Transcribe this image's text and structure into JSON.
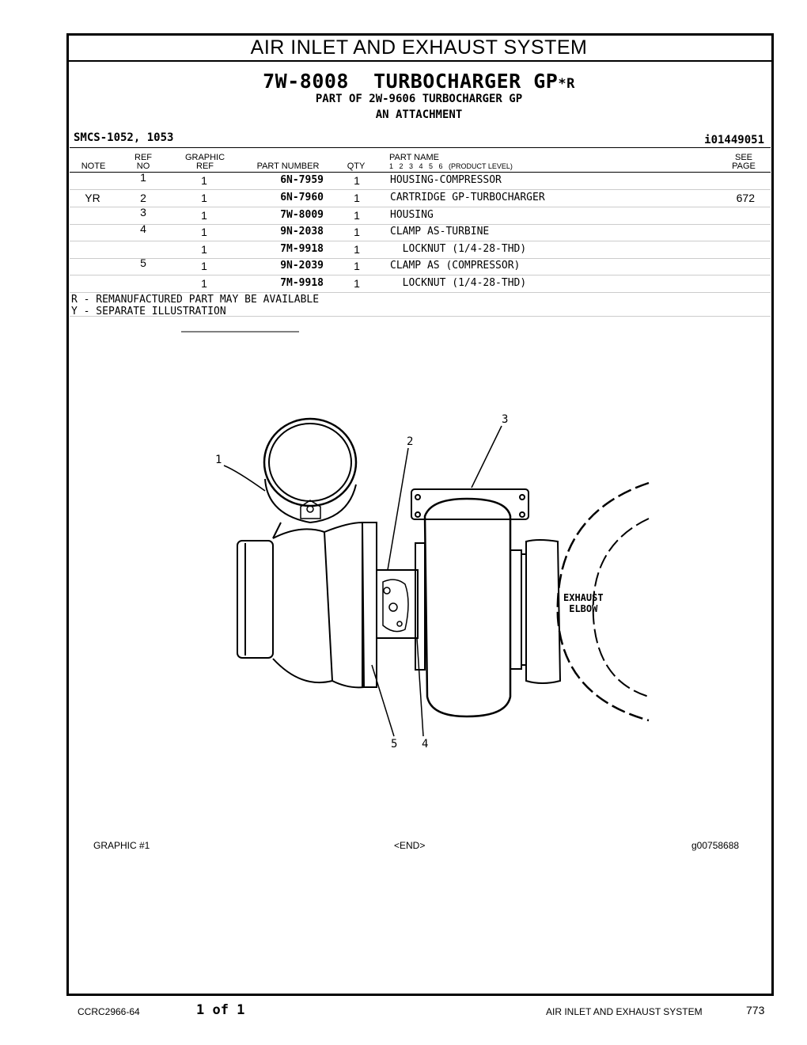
{
  "section_title": "AIR INLET AND EXHAUST SYSTEM",
  "group": {
    "part_number": "7W-8008",
    "name": "TURBOCHARGER GP",
    "suffix": "*R",
    "part_of": "PART OF 2W-9606 TURBOCHARGER GP",
    "attachment": "AN ATTACHMENT"
  },
  "smcs": "SMCS-1052, 1053",
  "doc_id": "i01449051",
  "columns": {
    "note": "NOTE",
    "ref_no_1": "REF",
    "ref_no_2": "NO",
    "graphic_ref_1": "GRAPHIC",
    "graphic_ref_2": "REF",
    "part_number": "PART NUMBER",
    "qty": "QTY",
    "part_name": "PART NAME",
    "product_level": "1   2   3   4   5   6   (PRODUCT LEVEL)",
    "see_page_1": "SEE",
    "see_page_2": "PAGE"
  },
  "rows": [
    {
      "note": "",
      "ref": "1",
      "gref": "1",
      "pn": "6N-7959",
      "qty": "1",
      "name": "HOUSING-COMPRESSOR",
      "see": ""
    },
    {
      "note": "YR",
      "ref": "2",
      "gref": "1",
      "pn": "6N-7960",
      "qty": "1",
      "name": "CARTRIDGE GP-TURBOCHARGER",
      "see": "672"
    },
    {
      "note": "",
      "ref": "3",
      "gref": "1",
      "pn": "7W-8009",
      "qty": "1",
      "name": "HOUSING",
      "see": ""
    },
    {
      "note": "",
      "ref": "4",
      "gref": "1",
      "pn": "9N-2038",
      "qty": "1",
      "name": "CLAMP AS-TURBINE",
      "see": ""
    },
    {
      "note": "",
      "ref": "",
      "gref": "1",
      "pn": "7M-9918",
      "qty": "1",
      "name": "  LOCKNUT (1/4-28-THD)",
      "see": ""
    },
    {
      "note": "",
      "ref": "5",
      "gref": "1",
      "pn": "9N-2039",
      "qty": "1",
      "name": "CLAMP AS (COMPRESSOR)",
      "see": ""
    },
    {
      "note": "",
      "ref": "",
      "gref": "1",
      "pn": "7M-9918",
      "qty": "1",
      "name": "  LOCKNUT (1/4-28-THD)",
      "see": ""
    }
  ],
  "notes": {
    "r": "R - REMANUFACTURED PART MAY BE AVAILABLE",
    "y": "Y - SEPARATE ILLUSTRATION"
  },
  "illustration": {
    "callouts": [
      "1",
      "2",
      "3",
      "4",
      "5"
    ],
    "exhaust_label_1": "EXHAUST",
    "exhaust_label_2": "ELBOW"
  },
  "graphic_footer": {
    "left": "GRAPHIC #1",
    "center": "<END>",
    "right": "g00758688"
  },
  "page_footer": {
    "code": "CCRC2966-64",
    "page": "1 of 1",
    "section": "AIR INLET AND EXHAUST SYSTEM",
    "number": "773"
  }
}
